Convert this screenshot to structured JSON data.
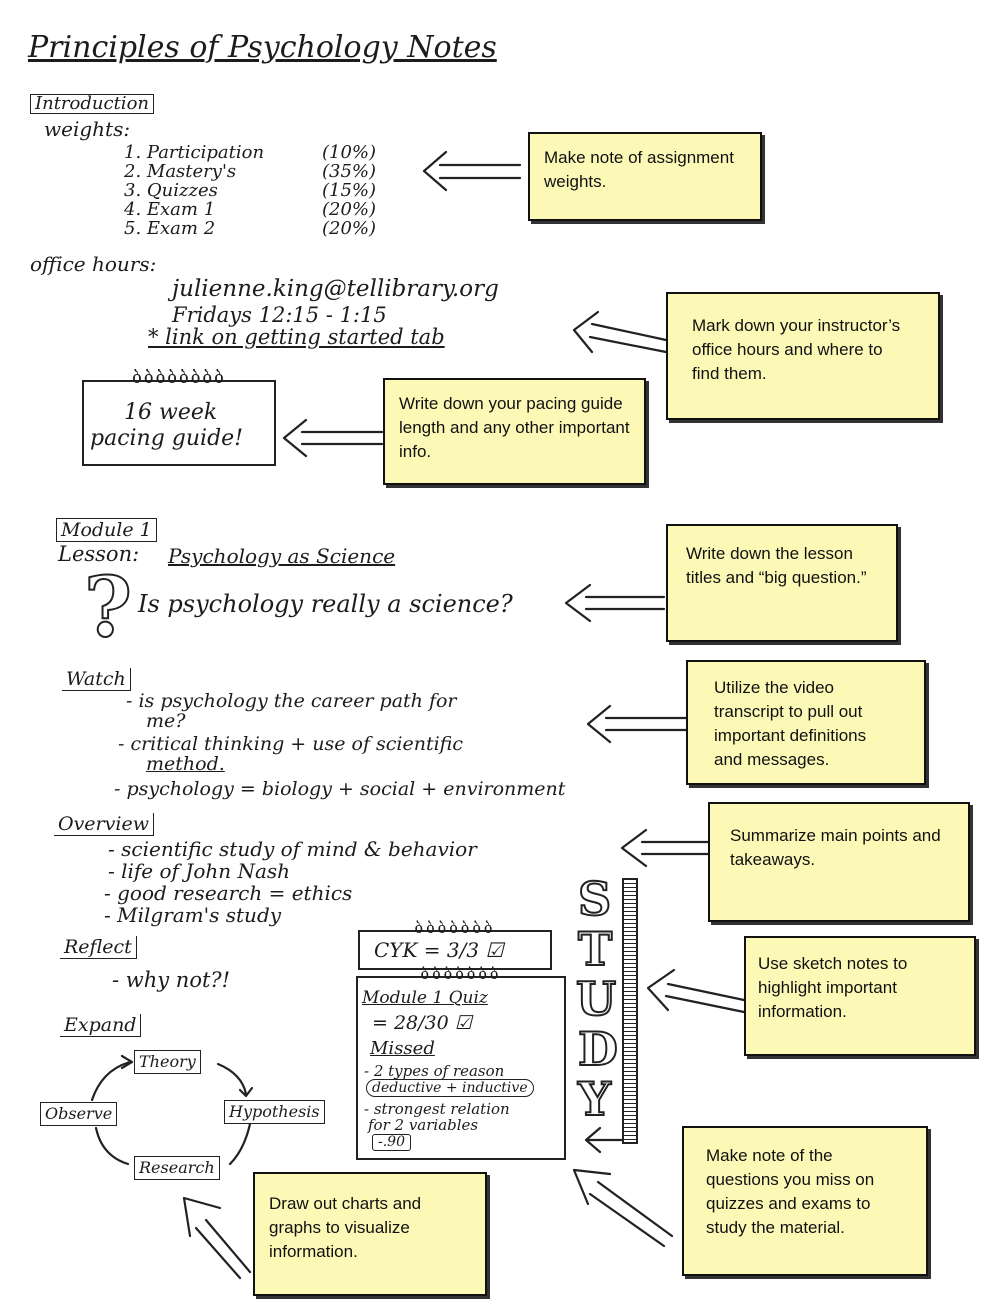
{
  "title": "Principles of Psychology Notes",
  "intro": {
    "header": "Introduction",
    "weights_label": "weights:",
    "weights": [
      {
        "item": "1. Participation",
        "pct": "(10%)"
      },
      {
        "item": "2. Mastery's",
        "pct": "(35%)"
      },
      {
        "item": "3. Quizzes",
        "pct": "(15%)"
      },
      {
        "item": "4. Exam 1",
        "pct": "(20%)"
      },
      {
        "item": "5. Exam 2",
        "pct": "(20%)"
      }
    ],
    "office_label": "office hours:",
    "email": "julienne.king@tellibrary.org",
    "hours": "Fridays 12:15 - 1:15",
    "link_note": "* link on getting started tab",
    "pacing_line1": "16 week",
    "pacing_line2": "pacing guide!"
  },
  "module": {
    "header": "Module 1",
    "lesson_label": "Lesson:",
    "lesson_title": "Psychology as Science",
    "question": "Is psychology really a science?",
    "watch_header": "Watch",
    "watch_items": [
      "- is psychology the career path for",
      "me?",
      "- critical thinking + use of scientific",
      "method.",
      "- psychology = biology + social + environment"
    ],
    "overview_header": "Overview",
    "overview_items": [
      "- scientific study of mind & behavior",
      "- life of John Nash",
      "- good research = ethics",
      "- Milgram's study"
    ],
    "reflect_header": "Reflect",
    "reflect_item": "- why not?!",
    "expand_header": "Expand",
    "cycle": {
      "theory": "Theory",
      "hypothesis": "Hypothesis",
      "research": "Research",
      "observe": "Observe"
    },
    "cyk": "CYK = 3/3 ☑",
    "quiz": {
      "title": "Module 1 Quiz",
      "score": "= 28/30 ☑",
      "missed": "Missed",
      "items": [
        "- 2 types of reason",
        "deductive + inductive",
        "- strongest relation",
        "for 2 variables",
        "-.90"
      ]
    },
    "study": [
      "S",
      "T",
      "U",
      "D",
      "Y"
    ]
  },
  "callouts": [
    "Make note of assignment weights.",
    "Mark down your instructor’s office hours and where to find them.",
    "Write down your pacing guide length and any other important info.",
    "Write down the lesson titles and “big question.”",
    "Utilize the video transcript to pull out important definitions and messages.",
    "Summarize main points and takeaways.",
    "Use sketch notes to highlight important information.",
    "Make note of the questions you miss on quizzes and exams to study the material.",
    "Draw out charts and graphs to visualize information."
  ],
  "colors": {
    "callout_bg": "#fcf8b6",
    "ink": "#1c1c1c"
  }
}
